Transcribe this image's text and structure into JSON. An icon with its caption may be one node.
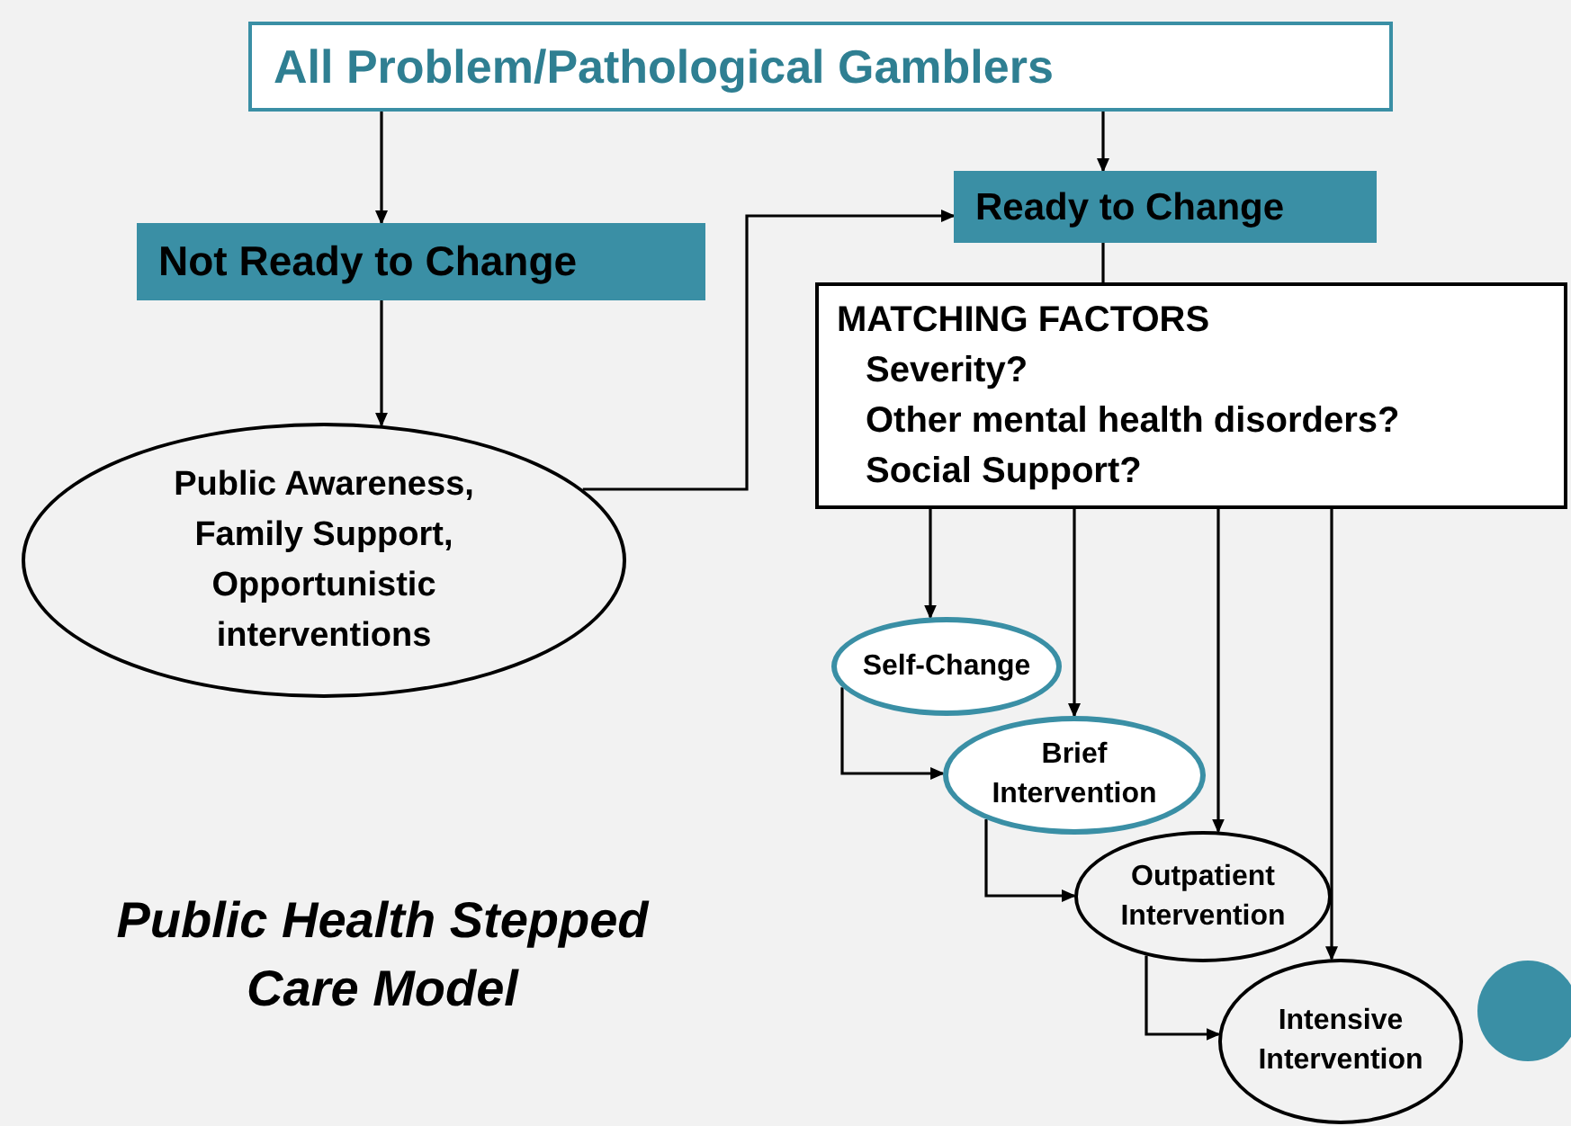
{
  "diagram": {
    "caption": "Public Health Stepped Care Model",
    "nodes": [
      {
        "text": [
          "All Problem/Pathological Gamblers"
        ]
      },
      {
        "text": [
          "Not Ready to Change"
        ]
      },
      {
        "text": [
          "Public Awareness, Family Support, Opportunistic interventions"
        ]
      },
      {
        "text": [
          "Ready to Change"
        ]
      },
      {
        "text": [
          "MATCHING FACTORS",
          "Severity?",
          "Other mental health disorders?",
          "Social Support?"
        ]
      },
      {
        "text": [
          "Self-Change"
        ]
      },
      {
        "text": [
          "Brief Intervention"
        ]
      },
      {
        "text": [
          "Outpatient Intervention"
        ]
      },
      {
        "text": [
          "Intensive Intervention"
        ]
      }
    ],
    "edges": [
      {
        "from": 0,
        "to": 1,
        "arrow": "to"
      },
      {
        "from": 0,
        "to": 3,
        "arrow": "to"
      },
      {
        "from": 1,
        "to": 2,
        "arrow": "to"
      },
      {
        "from": 2,
        "to": 3,
        "arrow": "to"
      },
      {
        "from": 3,
        "to": 4,
        "arrow": "none"
      },
      {
        "from": 4,
        "to": 5,
        "arrow": "to"
      },
      {
        "from": 4,
        "to": 6,
        "arrow": "to"
      },
      {
        "from": 4,
        "to": 7,
        "arrow": "to"
      },
      {
        "from": 4,
        "to": 8,
        "arrow": "to"
      },
      {
        "from": 5,
        "to": 6,
        "arrow": "to"
      },
      {
        "from": 6,
        "to": 7,
        "arrow": "to"
      },
      {
        "from": 7,
        "to": 8,
        "arrow": "to"
      }
    ]
  }
}
